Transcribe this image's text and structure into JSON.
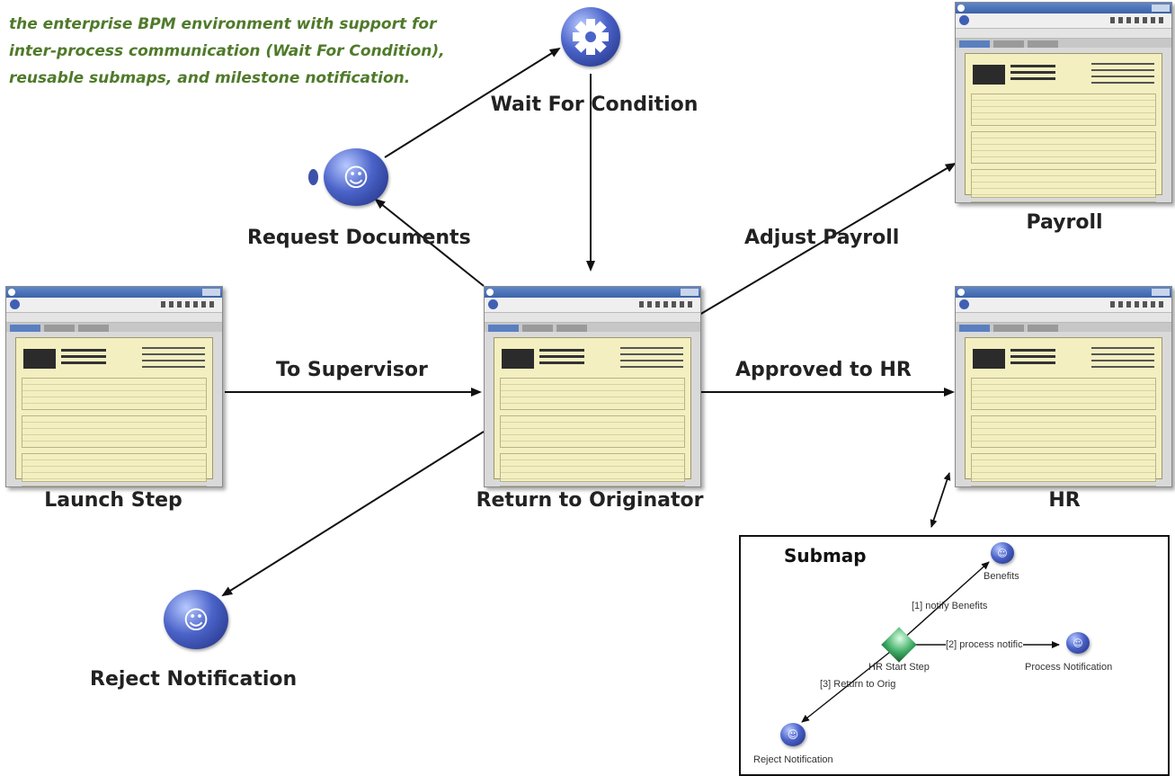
{
  "intro": {
    "line1": "the enterprise BPM environment with support for",
    "line2": "inter-process communication (Wait For Condition),",
    "line3": "reusable submaps, and milestone notification."
  },
  "nodes": {
    "wait_for_condition": "Wait For Condition",
    "request_documents": "Request Documents",
    "payroll": "Payroll",
    "launch_step": "Launch Step",
    "return_to_originator": "Return to Originator",
    "hr": "HR",
    "reject_notification": "Reject Notification"
  },
  "edges": {
    "adjust_payroll": "Adjust Payroll",
    "to_supervisor": "To Supervisor",
    "approved_to_hr": "Approved to HR"
  },
  "submap": {
    "title": "Submap",
    "benefits": "Benefits",
    "notify_benefits": "[1] notify Benefits",
    "process_notific": "[2] process notific",
    "hr_start_step": "HR Start Step",
    "process_notification": "Process Notification",
    "return_to_orig": "[3] Return to Orig",
    "reject_notification": "Reject Notification"
  },
  "colors": {
    "intro_text": "#4f7a2a",
    "icon_blue": "#4b63c9",
    "form_yellow": "#f3efc0"
  }
}
